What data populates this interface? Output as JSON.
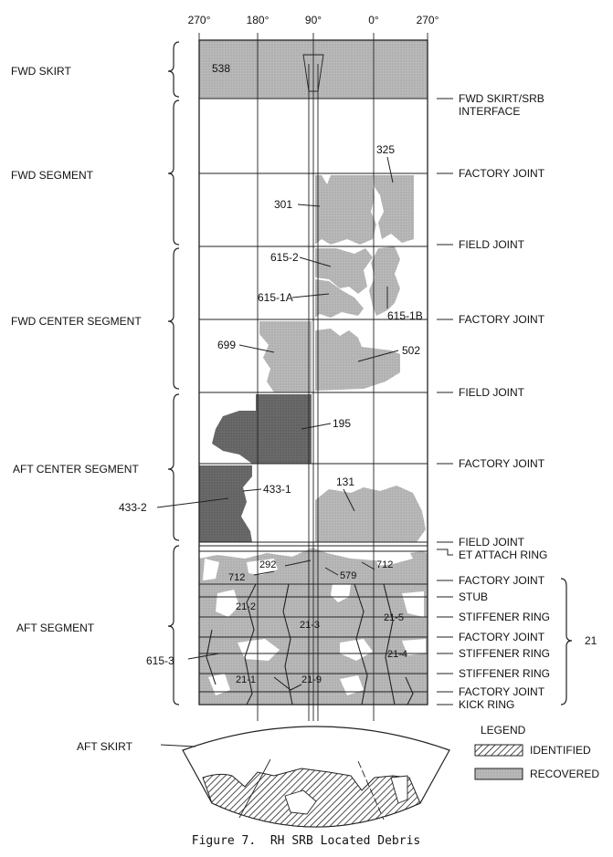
{
  "angles": [
    "270°",
    "180°",
    "90°",
    "0°",
    "270°"
  ],
  "sections": [
    "FWD SKIRT",
    "FWD SEGMENT",
    "FWD CENTER SEGMENT",
    "AFT CENTER SEGMENT",
    "AFT SEGMENT",
    "AFT SKIRT"
  ],
  "joints": [
    "FWD SKIRT/SRB",
    "INTERFACE",
    "FACTORY JOINT",
    "FIELD JOINT",
    "FACTORY JOINT",
    "FIELD JOINT",
    "FACTORY JOINT",
    "FIELD JOINT",
    "ET ATTACH RING",
    "FACTORY JOINT",
    "STUB",
    "STIFFENER RING",
    "FACTORY JOINT",
    "STIFFENER RING",
    "STIFFENER RING",
    "FACTORY JOINT",
    "KICK RING"
  ],
  "group_label": "21",
  "debris_labels": [
    "538",
    "325",
    "301",
    "615-2",
    "615-1A",
    "615-1B",
    "699",
    "502",
    "195",
    "131",
    "433-1",
    "433-2",
    "292",
    "712",
    "712",
    "579",
    "21-2",
    "21-3",
    "21-5",
    "21-4",
    "21-1",
    "21-9",
    "615-3"
  ],
  "legend": {
    "title": "LEGEND",
    "items": [
      "IDENTIFIED",
      "RECOVERED"
    ]
  },
  "caption": "Figure 7.  RH SRB Located Debris",
  "colors": {
    "recovered": "#b4b4b4",
    "identified_dark": "#6a6a6a",
    "line": "#222222"
  }
}
